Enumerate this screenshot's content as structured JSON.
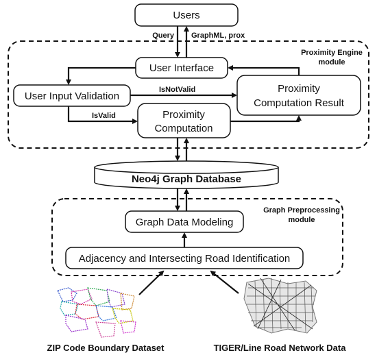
{
  "nodes": {
    "users": "Users",
    "ui": "User Interface",
    "validation": "User Input Validation",
    "result_line1": "Proximity",
    "result_line2": "Computation Result",
    "computation_line1": "Proximity",
    "computation_line2": "Computation",
    "neo4j": "Neo4j Graph Database",
    "modeling": "Graph Data Modeling",
    "adjacency": "Adjacency and Intersecting Road Identification"
  },
  "edge_labels": {
    "query": "Query",
    "graphml": "GraphML, prox",
    "isnotvalid": "IsNotValid",
    "isvalid": "IsValid"
  },
  "modules": {
    "engine_line1": "Proximity Engine",
    "engine_line2": "module",
    "preproc_line1": "Graph Preprocessing",
    "preproc_line2": "module"
  },
  "datasets": {
    "zip": "ZIP Code Boundary Dataset",
    "tiger": "TIGER/Line Road Network Data"
  }
}
